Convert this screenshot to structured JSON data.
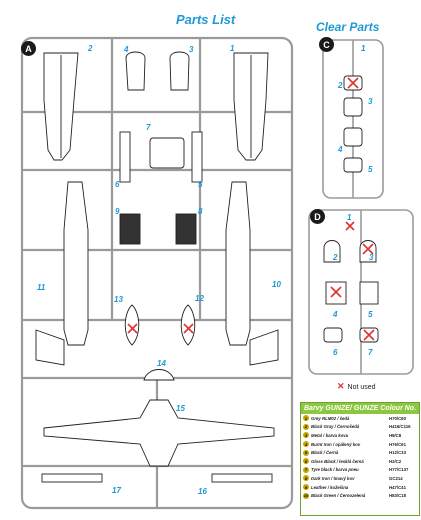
{
  "titles": {
    "parts_list": "Parts List",
    "clear_parts": "Clear Parts"
  },
  "sprues": {
    "a": "A",
    "c": "C",
    "d": "D"
  },
  "parts_a": [
    "1",
    "2",
    "3",
    "4",
    "5",
    "6",
    "7",
    "8",
    "9",
    "10",
    "11",
    "12",
    "13",
    "14",
    "15",
    "16",
    "17"
  ],
  "parts_c": [
    "1",
    "2",
    "3",
    "4",
    "5"
  ],
  "parts_d": [
    "1",
    "2",
    "3",
    "4",
    "5",
    "6",
    "7"
  ],
  "not_used": "Not used",
  "legend": {
    "title": "Barvy GUNZE/ GUNZE Colour No.",
    "colors": [
      {
        "n": "1",
        "name": "Grey RLM02 / šedá",
        "code": "H70/C60"
      },
      {
        "n": "2",
        "name": "Black Gray / Černošedá",
        "code": "H416/C116"
      },
      {
        "n": "3",
        "name": "Metal / barva kovu",
        "code": "H8/C8"
      },
      {
        "n": "4",
        "name": "Burnt Iron / opálený kov",
        "code": "H76/C61"
      },
      {
        "n": "5",
        "name": "Black / Černá",
        "code": "H12/C33"
      },
      {
        "n": "6",
        "name": "Gloss Black / lesklá černá",
        "code": "H2/C2"
      },
      {
        "n": "7",
        "name": "Tyre black / barva pneu",
        "code": "H77/C137"
      },
      {
        "n": "8",
        "name": "Dark Iron / tmavý kov",
        "code": "GC214"
      },
      {
        "n": "9",
        "name": "Leather / kožešina",
        "code": "H47/C41"
      },
      {
        "n": "10",
        "name": "Black Green / Černozelená",
        "code": "H83/C18"
      }
    ]
  },
  "colors": {
    "sprue": "#9a9a9a",
    "line": "#222222",
    "accent": "#1e9ad6",
    "x": "#e23030",
    "legend": "#8dc63f"
  }
}
